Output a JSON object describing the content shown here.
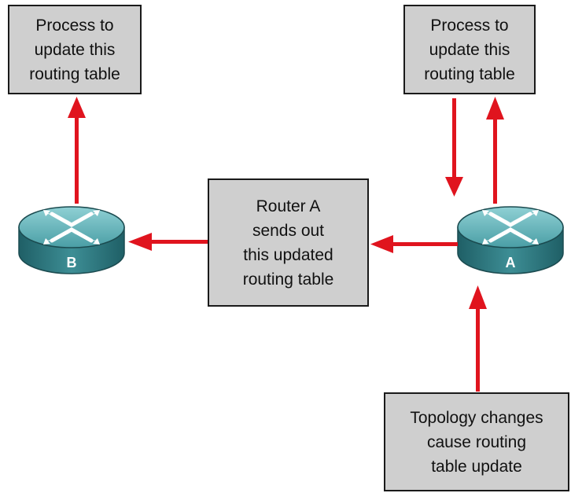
{
  "colors": {
    "arrow": "#e0141e",
    "box_fill": "#cfcfcf",
    "box_border": "#1a1a1a",
    "router_body": "#2f7f86",
    "router_top": "#5fb3b9",
    "router_label": "#ffffff"
  },
  "boxes": {
    "left_process": {
      "lines": [
        "Process to",
        "update this",
        "routing table"
      ]
    },
    "right_process": {
      "lines": [
        "Process to",
        "update this",
        "routing table"
      ]
    },
    "center_send": {
      "lines": [
        "Router A",
        "sends out",
        "this updated",
        "routing table"
      ]
    },
    "bottom_topology": {
      "lines": [
        "Topology changes",
        "cause routing",
        "table update"
      ]
    }
  },
  "routers": {
    "router_b": {
      "label": "B",
      "icon": "router-icon"
    },
    "router_a": {
      "label": "A",
      "icon": "router-icon"
    }
  }
}
